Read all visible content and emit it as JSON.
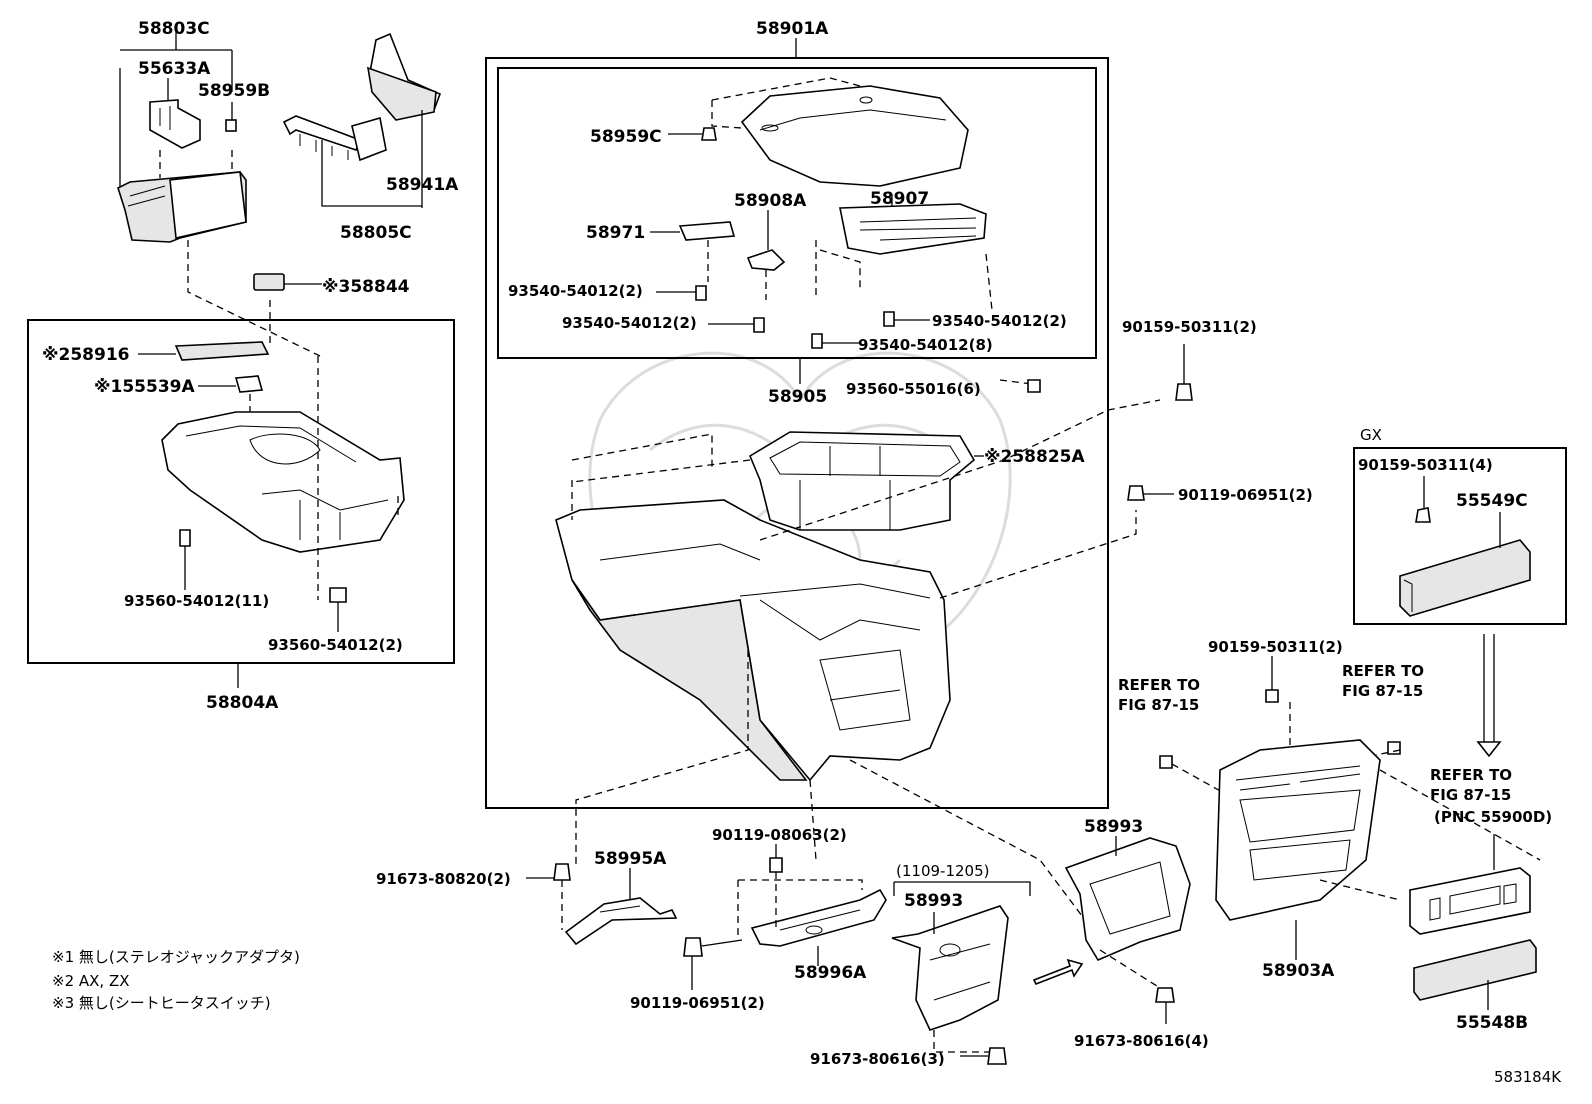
{
  "diagram_id": "583184K",
  "group_labels": {
    "console_box": "58901A",
    "armrest_sub": "58905",
    "upper_panel": "58804A",
    "gx": "GX"
  },
  "part_labels": {
    "p58803C": "58803C",
    "p55633A": "55633A",
    "p58959B": "58959B",
    "p58941A": "58941A",
    "p58805C": "58805C",
    "p358844": "※358844",
    "p258916": "※258916",
    "p155539A": "※155539A",
    "p93560_54012_11": "93560-54012(11)",
    "p93560_54012_2": "93560-54012(2)",
    "p58959C": "58959C",
    "p58908A": "58908A",
    "p58907": "58907",
    "p58971": "58971",
    "p93540_54012_2a": "93540-54012(2)",
    "p93540_54012_2b": "93540-54012(2)",
    "p93540_54012_2c": "93540-54012(2)",
    "p93540_54012_8": "93540-54012(8)",
    "p93560_55016_6": "93560-55016(6)",
    "p90159_50311_2a": "90159-50311(2)",
    "p258825A": "※258825A",
    "p90119_06951_2a": "90119-06951(2)",
    "p90159_50311_4": "90159-50311(4)",
    "p55549C": "55549C",
    "p90159_50311_2b": "90159-50311(2)",
    "p58993a": "58993",
    "p58993b": "58993",
    "p1109_1205": "(1109-1205)",
    "p58995A": "58995A",
    "p91673_80820_2": "91673-80820(2)",
    "p90119_08063_2": "90119-08063(2)",
    "p58996A": "58996A",
    "p90119_06951_2b": "90119-06951(2)",
    "p91673_80616_3": "91673-80616(3)",
    "p91673_80616_4": "91673-80616(4)",
    "p58903A": "58903A",
    "p55548B": "55548B"
  },
  "refer_notes": {
    "left_line1": "REFER TO",
    "left_line2": "FIG 87-15",
    "mid_line1": "REFER TO",
    "mid_line2": "FIG 87-15",
    "right_line1": "REFER TO",
    "right_line2": "FIG 87-15",
    "right_line3": "(PNC 55900D)"
  },
  "footnotes": [
    "※1 無し(ステレオジャックアダプタ)",
    "※2 AX, ZX",
    "※3 無し(シートヒータスイッチ)"
  ]
}
